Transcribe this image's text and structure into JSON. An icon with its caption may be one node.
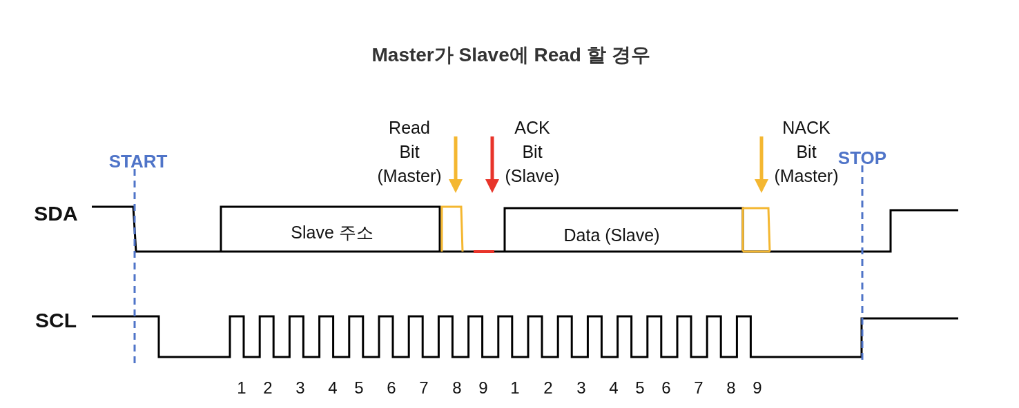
{
  "diagram": {
    "title": "Master가 Slave에 Read 할 경우",
    "labels": [
      "Read Bit (Master)",
      "ACK Bit (Slave)",
      "NACK Bit (Master)",
      "START",
      "STOP",
      "SDA",
      "Slave 주소",
      "Data (Slave)",
      "SCL",
      "1",
      "2",
      "3",
      "4",
      "5",
      "6",
      "7",
      "8",
      "9",
      "1",
      "2",
      "3",
      "4",
      "5",
      "6",
      "7",
      "8",
      "9"
    ]
  }
}
